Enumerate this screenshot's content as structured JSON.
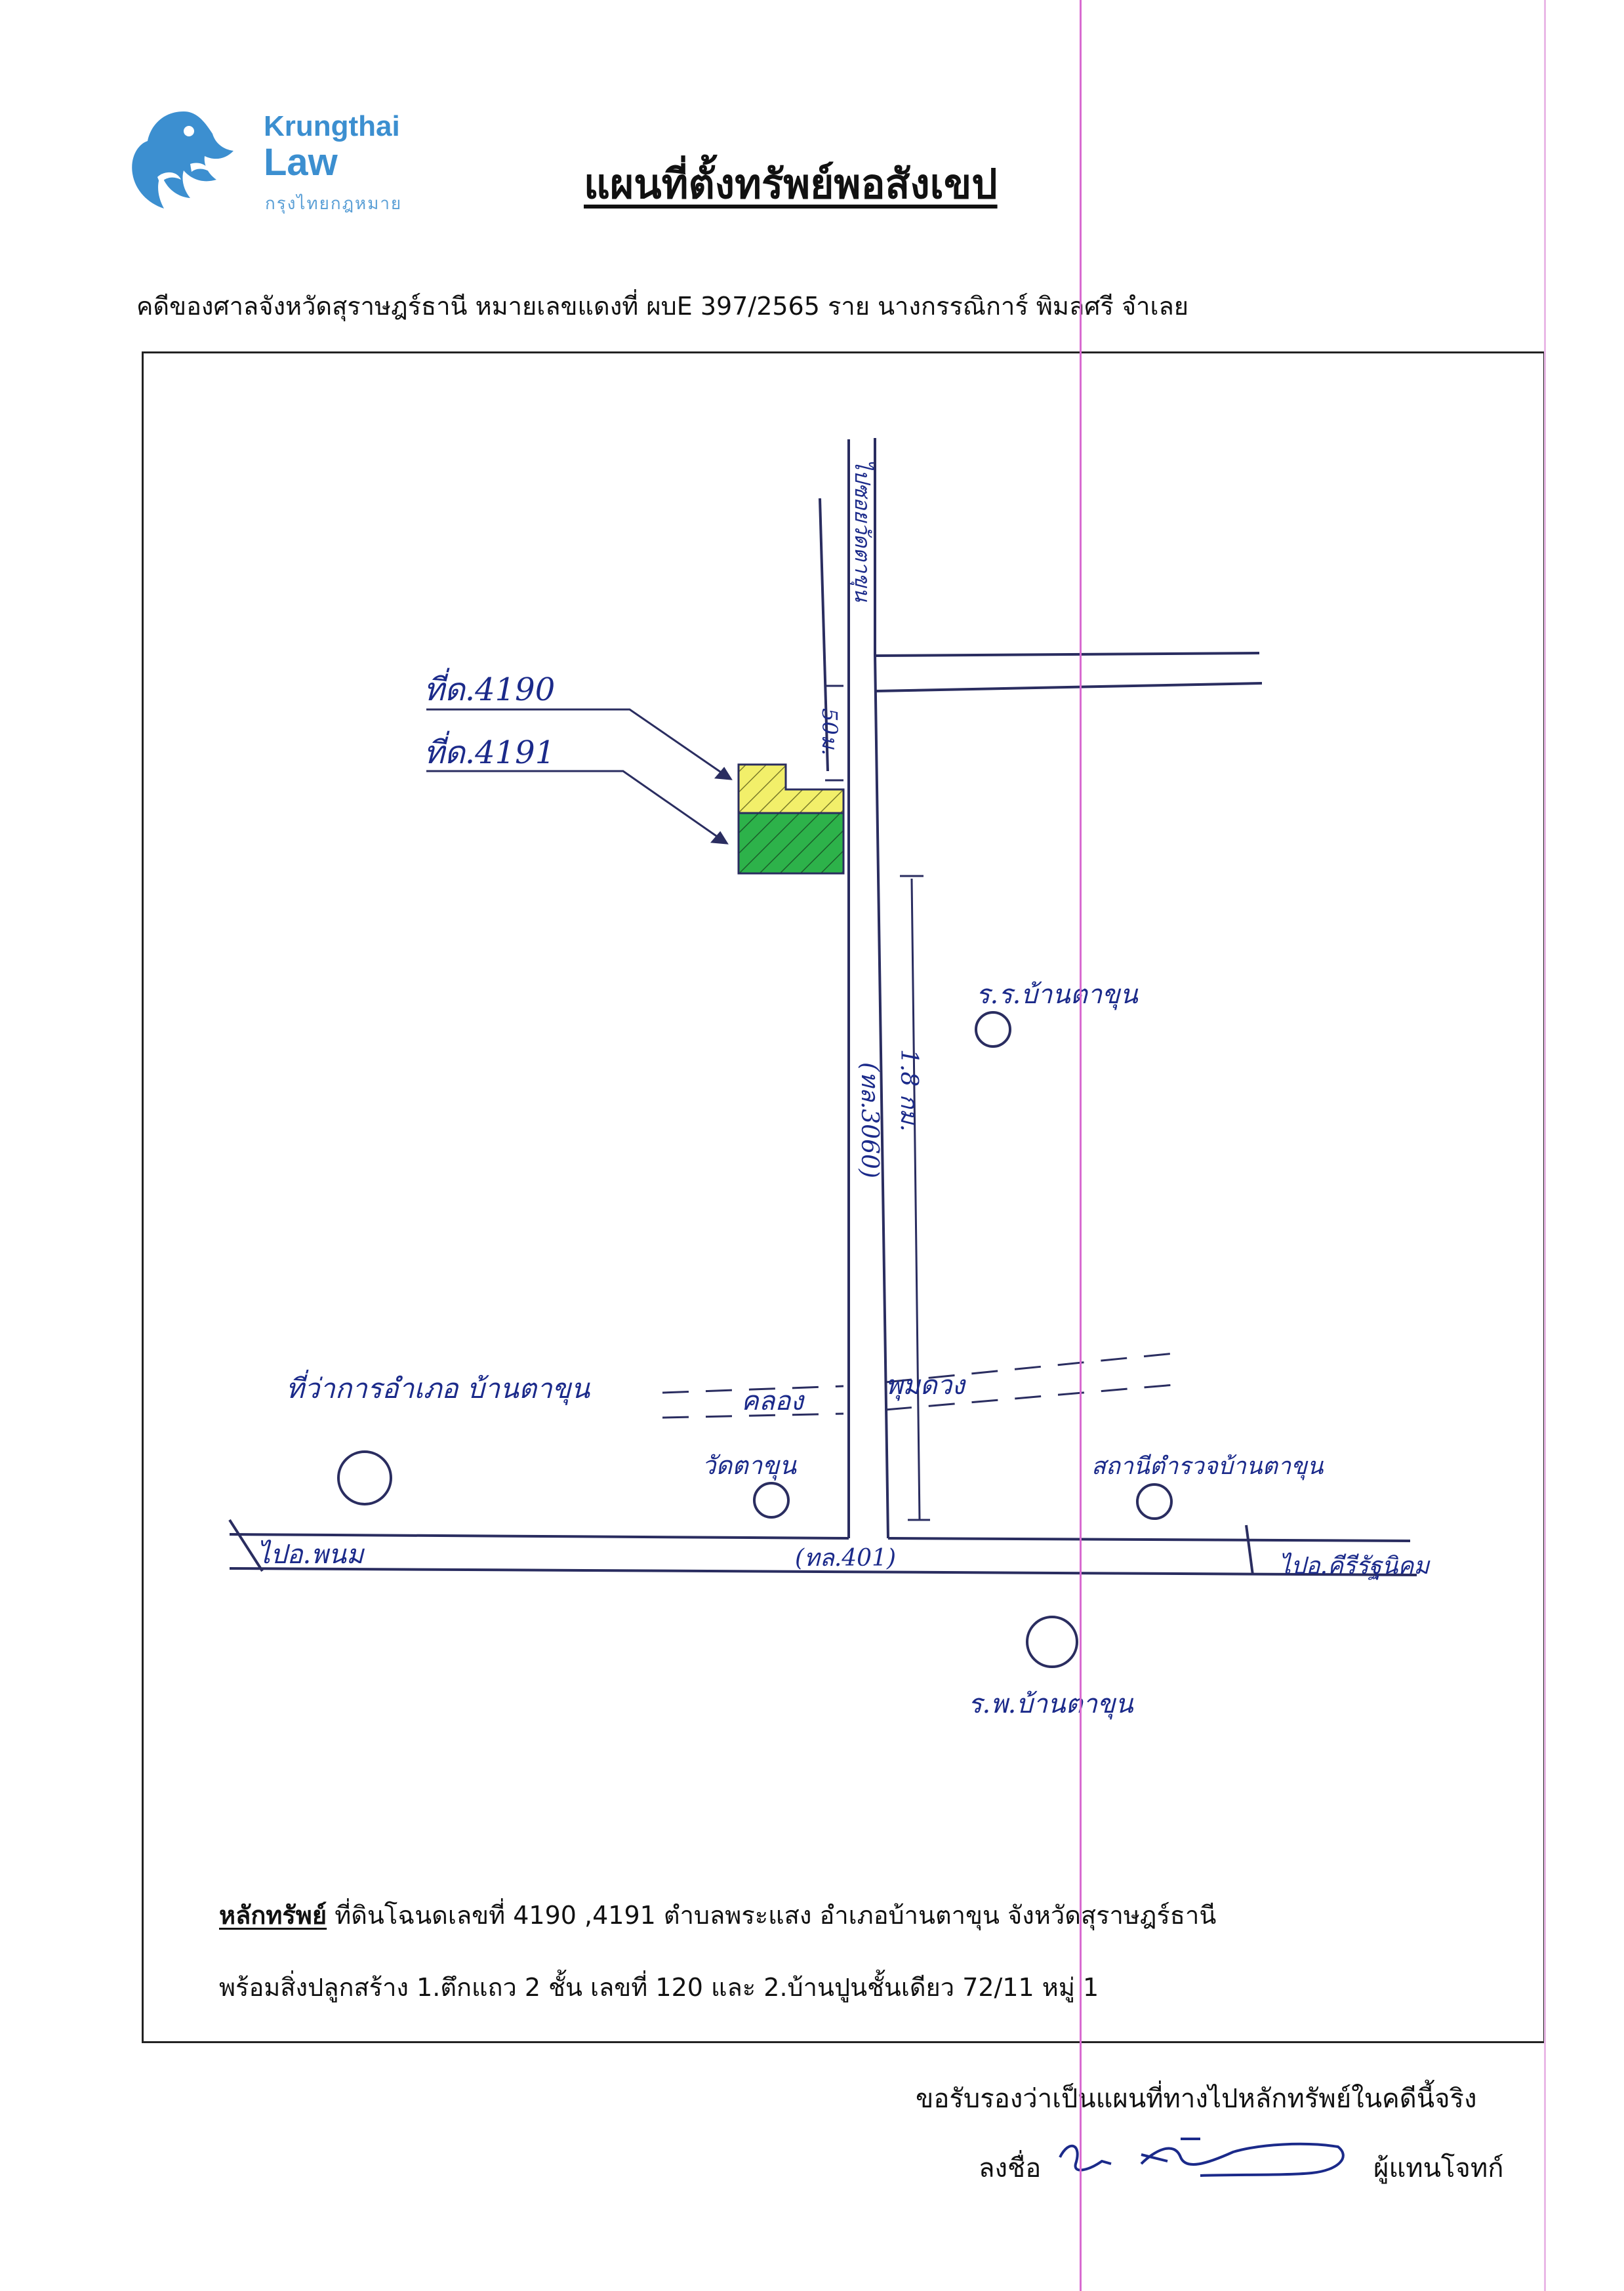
{
  "logo": {
    "brand_line1": "Krungthai",
    "brand_line2": "Law",
    "brand_thai": "กรุงไทยกฎหมาย",
    "colors": {
      "primary": "#3c8fd0"
    }
  },
  "title": "แผนที่ตั้งทรัพย์พอสังเขป",
  "case_line": "คดีของศาลจังหวัดสุราษฎร์ธานี  หมายเลขแดงที่ ผบE 397/2565 ราย นางกรรณิการ์  พิมลศรี   จำเลย",
  "map": {
    "labels": {
      "plot_4190": "ที่ด.4190",
      "plot_4191": "ที่ด.4191",
      "distance_top": "50ม.",
      "road_upper": "ไปซอยวัดตาขุน",
      "road_3060": "(ทล.3060)",
      "distance_18": "1.8 กม.",
      "school": "ร.ร.บ้านตาขุน",
      "district_office": "ที่ว่าการอำเภอ บ้านตาขุน",
      "canal": "คลอง",
      "canal_name": "พุมดวง",
      "temple": "วัดตาขุน",
      "police": "สถานีตำรวจบ้านตาขุน",
      "road_401": "(ทล.401)",
      "to_phanom": "ไปอ.พนม",
      "to_khiri": "ไปอ.คีรีรัฐนิคม",
      "hospital": "ร.พ.บ้านตาขุน"
    },
    "colors": {
      "plot_4190": "#f2ef6a",
      "plot_4191": "#2db24a",
      "road": "#2a2d60",
      "ink": "#1b2a8a"
    }
  },
  "asset": {
    "label": "หลักทรัพย์",
    "line1_rest": " ที่ดินโฉนดเลขที่  4190 ,4191  ตำบลพระแสง  อำเภอบ้านตาขุน  จังหวัดสุราษฎร์ธานี",
    "line2": "พร้อมสิ่งปลูกสร้าง  1.ตึกแถว 2 ชั้น เลขที่ 120  และ 2.บ้านปูนชั้นเดียว 72/11 หมู่ 1"
  },
  "footer": {
    "certify": "ขอรับรองว่าเป็นแผนที่ทางไปหลักทรัพย์ในคดีนี้จริง",
    "sign_label": "ลงชื่อ",
    "signer_role": "ผู้แทนโจทก์"
  }
}
